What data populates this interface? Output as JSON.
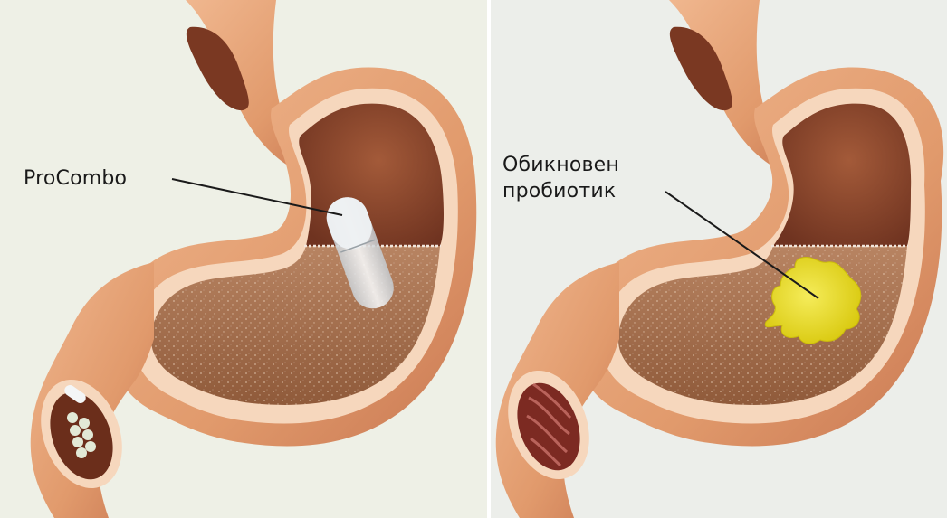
{
  "panels": [
    {
      "id": "left",
      "label_lines": [
        "ProCombo"
      ]
    },
    {
      "id": "right",
      "label_lines": [
        "Обикновен",
        "пробиотик"
      ]
    }
  ],
  "colors": {
    "stomach_wall": "#e4a57a",
    "stomach_inner_lining": "#f6d7bd",
    "cavity": "#8e4a2a",
    "gastric_fluid": "#a56f4d",
    "capsule": "#e8ecee",
    "probiotic_blob": "#e6d81c",
    "background_left": "#eef0e6",
    "background_right": "#eceeea"
  }
}
